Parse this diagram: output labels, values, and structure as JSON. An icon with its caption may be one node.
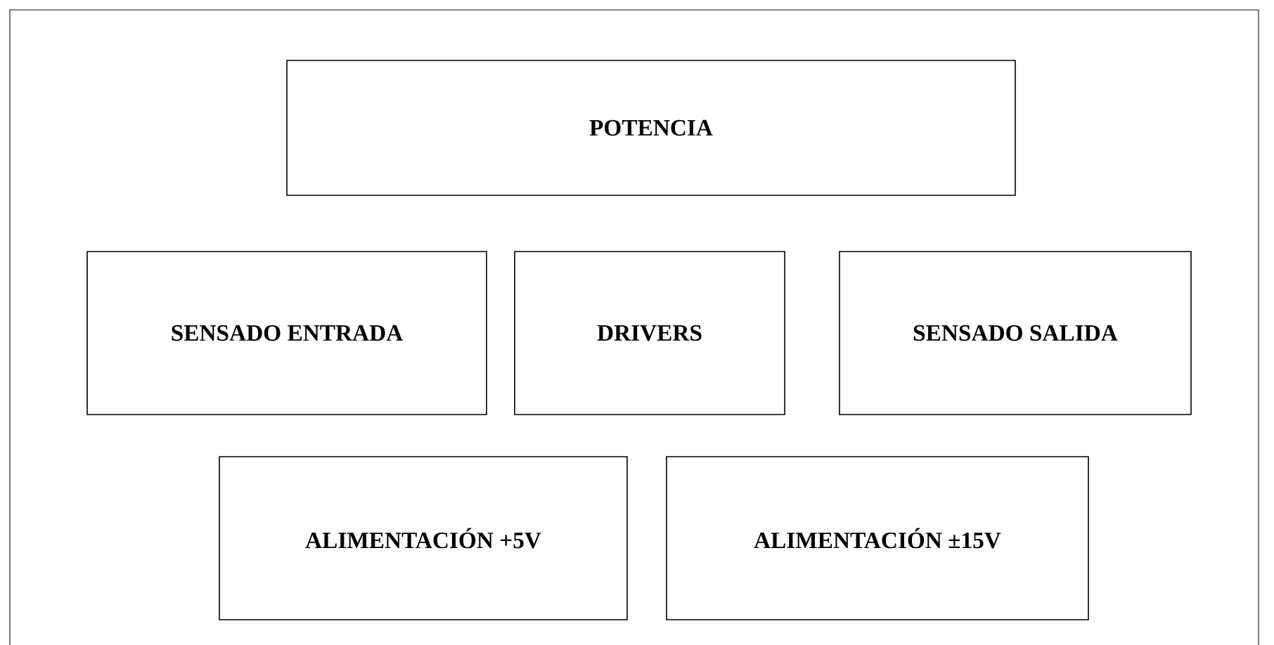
{
  "diagram": {
    "nodes": [
      {
        "text": [
          "POTENCIA"
        ]
      },
      {
        "text": [
          "SENSADO ENTRADA"
        ]
      },
      {
        "text": [
          "DRIVERS"
        ]
      },
      {
        "text": [
          "SENSADO SALIDA"
        ]
      },
      {
        "text": [
          "ALIMENTACIÓN +5V"
        ]
      },
      {
        "text": [
          "ALIMENTACIÓN ±15V"
        ]
      }
    ]
  }
}
